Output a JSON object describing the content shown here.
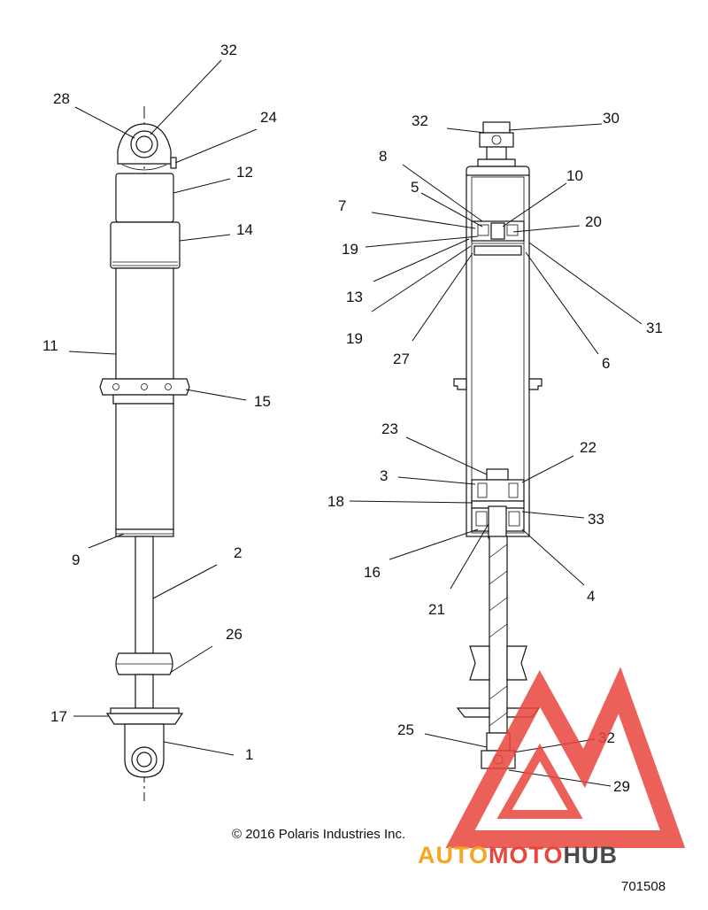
{
  "copyright": "© 2016 Polaris Industries Inc.",
  "diagram_number": "701508",
  "watermark": {
    "part1": "AUTO",
    "part2": "MOTO",
    "part3": "HUB"
  },
  "colors": {
    "line": "#111111",
    "watermark_red": "#e8453c",
    "watermark_orange": "#f5a623",
    "watermark_gray": "#4a4a4a"
  },
  "callouts": {
    "c32a": "32",
    "c28": "28",
    "c24": "24",
    "c12": "12",
    "c14": "14",
    "c11": "11",
    "c15": "15",
    "c9": "9",
    "c2": "2",
    "c26": "26",
    "c17": "17",
    "c1": "1",
    "c32b": "32",
    "c30": "30",
    "c8": "8",
    "c10": "10",
    "c5": "5",
    "c7": "7",
    "c20": "20",
    "c19a": "19",
    "c13": "13",
    "c31": "31",
    "c19b": "19",
    "c27": "27",
    "c6": "6",
    "c23": "23",
    "c22": "22",
    "c3": "3",
    "c18": "18",
    "c33": "33",
    "c16": "16",
    "c4": "4",
    "c21": "21",
    "c25": "25",
    "c32c": "32",
    "c29": "29"
  }
}
